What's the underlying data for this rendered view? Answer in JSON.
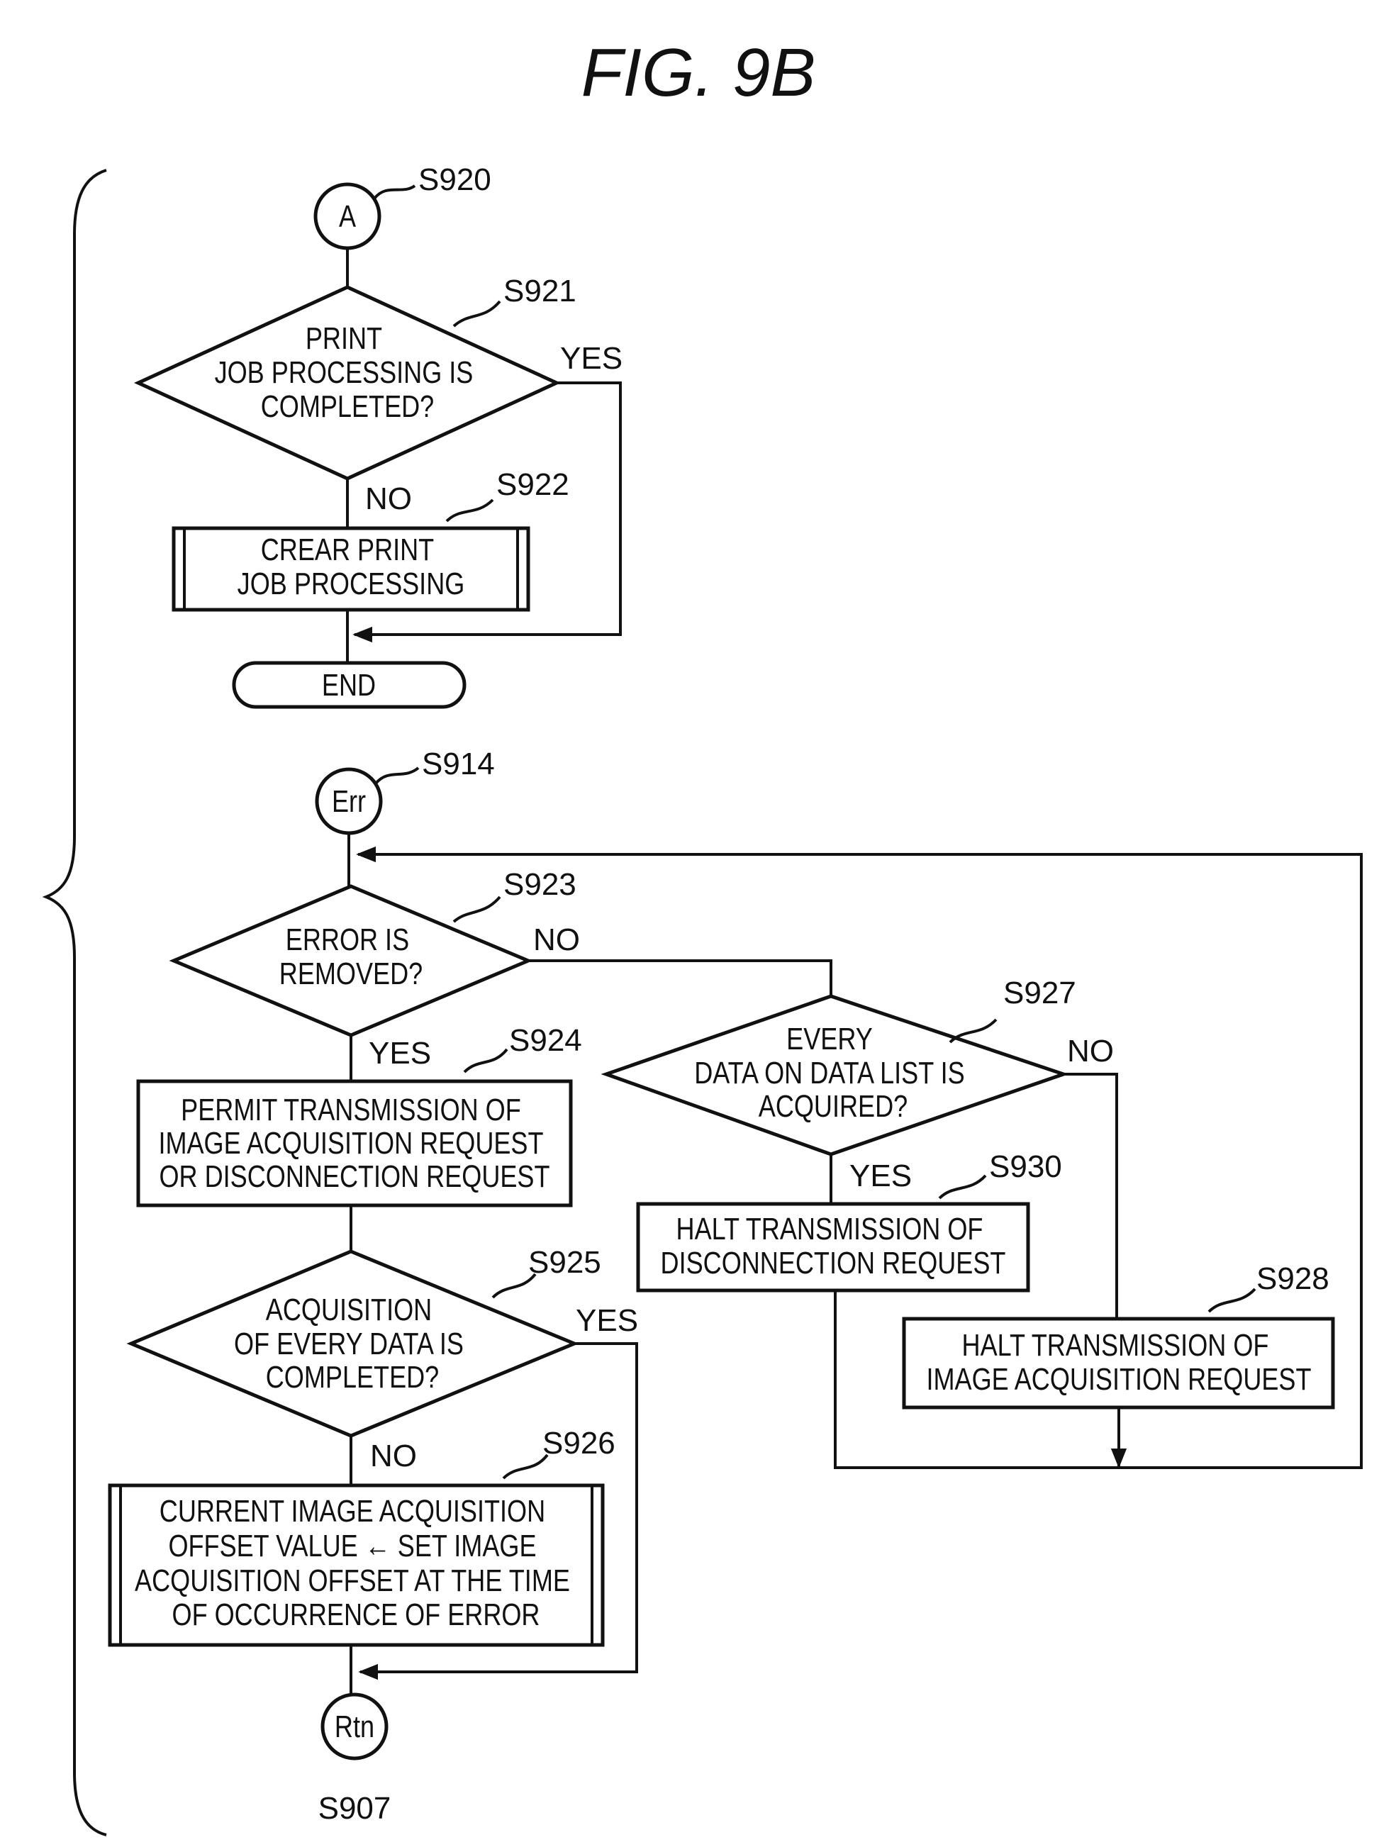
{
  "figure": {
    "title": "FIG.  9B"
  },
  "connectors": {
    "a": "A",
    "err": "Err",
    "rtn": "Rtn"
  },
  "steps": {
    "s921": [
      "PRINT",
      "JOB PROCESSING IS",
      "COMPLETED?"
    ],
    "s922": [
      "CREAR PRINT",
      "JOB PROCESSING"
    ],
    "end": "END",
    "s923": [
      "ERROR IS",
      "REMOVED?"
    ],
    "s924": [
      "PERMIT TRANSMISSION OF",
      "IMAGE ACQUISITION REQUEST",
      "OR DISCONNECTION REQUEST"
    ],
    "s925": [
      "ACQUISITION",
      "OF EVERY DATA IS",
      "COMPLETED?"
    ],
    "s926": [
      "CURRENT IMAGE ACQUISITION",
      "OFFSET VALUE ← SET IMAGE",
      "ACQUISITION OFFSET AT THE TIME",
      "OF OCCURRENCE OF ERROR"
    ],
    "s927": [
      "EVERY",
      "DATA ON DATA LIST IS",
      "ACQUIRED?"
    ],
    "s930": [
      "HALT TRANSMISSION OF",
      "DISCONNECTION REQUEST"
    ],
    "s928": [
      "HALT TRANSMISSION OF",
      "IMAGE ACQUISITION REQUEST"
    ]
  },
  "refs": {
    "s920": "S920",
    "s921": "S921",
    "s922": "S922",
    "s914": "S914",
    "s923": "S923",
    "s924": "S924",
    "s925": "S925",
    "s926": "S926",
    "s927": "S927",
    "s930": "S930",
    "s928": "S928",
    "s907": "S907"
  },
  "branches": {
    "s921_yes": "YES",
    "s921_no": "NO",
    "s923_no": "NO",
    "s923_yes": "YES",
    "s925_yes": "YES",
    "s925_no": "NO",
    "s927_no": "NO",
    "s927_yes": "YES"
  }
}
